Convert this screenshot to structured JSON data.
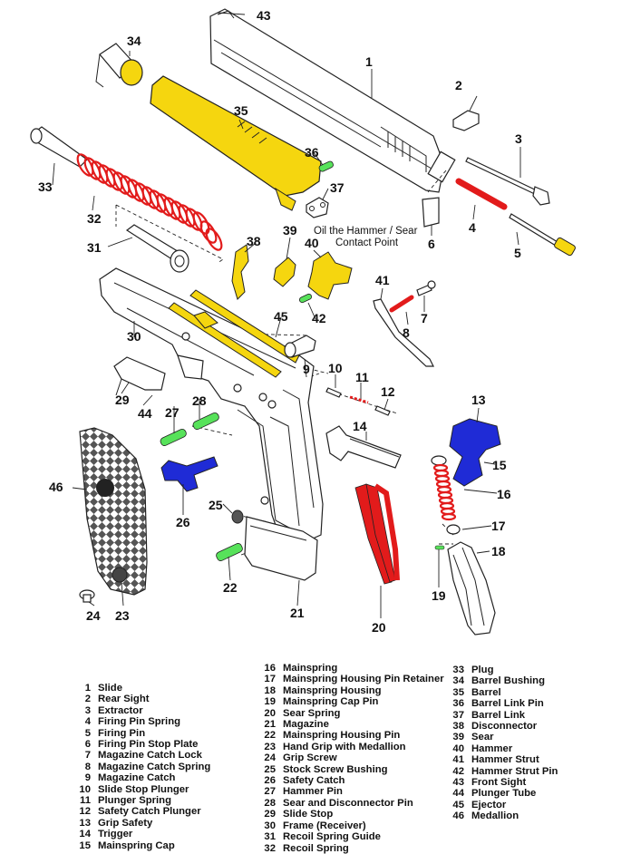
{
  "note": {
    "line1": "Oil the Hammer / Sear",
    "line2": "Contact Point"
  },
  "colors": {
    "yellow": "#f5d60f",
    "red": "#e21b1b",
    "blue": "#1f2bd6",
    "green": "#57e25a",
    "outline": "#222222"
  },
  "callouts": [
    "1",
    "2",
    "3",
    "4",
    "5",
    "6",
    "7",
    "8",
    "9",
    "10",
    "11",
    "12",
    "13",
    "14",
    "15",
    "16",
    "17",
    "18",
    "19",
    "20",
    "21",
    "22",
    "23",
    "24",
    "25",
    "26",
    "27",
    "28",
    "29",
    "30",
    "31",
    "32",
    "33",
    "34",
    "35",
    "36",
    "37",
    "38",
    "39",
    "40",
    "41",
    "42",
    "43",
    "44",
    "45",
    "46"
  ],
  "legend": {
    "col1": [
      {
        "num": "1",
        "name": "Slide"
      },
      {
        "num": "2",
        "name": "Rear Sight"
      },
      {
        "num": "3",
        "name": "Extractor"
      },
      {
        "num": "4",
        "name": "Firing Pin Spring"
      },
      {
        "num": "5",
        "name": "Firing Pin"
      },
      {
        "num": "6",
        "name": "Firing Pin Stop Plate"
      },
      {
        "num": "7",
        "name": "Magazine Catch Lock"
      },
      {
        "num": "8",
        "name": "Magazine Catch Spring"
      },
      {
        "num": "9",
        "name": "Magazine Catch"
      },
      {
        "num": "10",
        "name": "Slide Stop Plunger"
      },
      {
        "num": "11",
        "name": "Plunger Spring"
      },
      {
        "num": "12",
        "name": "Safety Catch Plunger"
      },
      {
        "num": "13",
        "name": "Grip Safety"
      },
      {
        "num": "14",
        "name": "Trigger"
      },
      {
        "num": "15",
        "name": "Mainspring Cap"
      }
    ],
    "col2": [
      {
        "num": "16",
        "name": "Mainspring"
      },
      {
        "num": "17",
        "name": "Mainspring Housing Pin Retainer"
      },
      {
        "num": "18",
        "name": "Mainspring Housing"
      },
      {
        "num": "19",
        "name": "Mainspring Cap Pin"
      },
      {
        "num": "20",
        "name": "Sear Spring"
      },
      {
        "num": "21",
        "name": "Magazine"
      },
      {
        "num": "22",
        "name": "Mainspring Housing Pin"
      },
      {
        "num": "23",
        "name": "Hand Grip with Medallion"
      },
      {
        "num": "24",
        "name": "Grip Screw"
      },
      {
        "num": "25",
        "name": "Stock Screw Bushing"
      },
      {
        "num": "26",
        "name": "Safety Catch"
      },
      {
        "num": "27",
        "name": "Hammer Pin"
      },
      {
        "num": "28",
        "name": "Sear and Disconnector Pin"
      },
      {
        "num": "29",
        "name": "Slide Stop"
      },
      {
        "num": "30",
        "name": "Frame (Receiver)"
      },
      {
        "num": "31",
        "name": "Recoil Spring Guide"
      },
      {
        "num": "32",
        "name": "Recoil Spring"
      }
    ],
    "col3": [
      {
        "num": "33",
        "name": "Plug"
      },
      {
        "num": "34",
        "name": "Barrel Bushing"
      },
      {
        "num": "35",
        "name": "Barrel"
      },
      {
        "num": "36",
        "name": "Barrel Link Pin"
      },
      {
        "num": "37",
        "name": "Barrel Link"
      },
      {
        "num": "38",
        "name": "Disconnector"
      },
      {
        "num": "39",
        "name": "Sear"
      },
      {
        "num": "40",
        "name": "Hammer"
      },
      {
        "num": "41",
        "name": "Hammer Strut"
      },
      {
        "num": "42",
        "name": "Hammer Strut Pin"
      },
      {
        "num": "43",
        "name": "Front Sight"
      },
      {
        "num": "44",
        "name": "Plunger Tube"
      },
      {
        "num": "45",
        "name": "Ejector"
      },
      {
        "num": "46",
        "name": "Medallion"
      }
    ]
  }
}
